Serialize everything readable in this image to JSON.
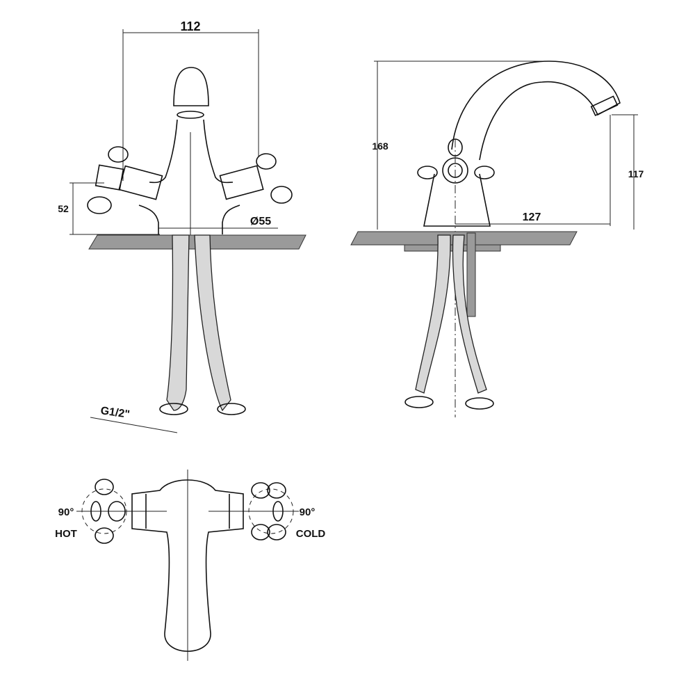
{
  "title": "Faucet technical drawing",
  "front_view": {
    "width_dim": "112",
    "height_dim": "52",
    "base_diameter": "Ø55",
    "connection": "G1/2\""
  },
  "side_view": {
    "height_dim": "168",
    "outlet_height_dim": "117",
    "reach_dim": "127"
  },
  "top_view": {
    "hot_rotation": "90°",
    "hot_label": "HOT",
    "cold_rotation": "90°",
    "cold_label": "COLD"
  }
}
